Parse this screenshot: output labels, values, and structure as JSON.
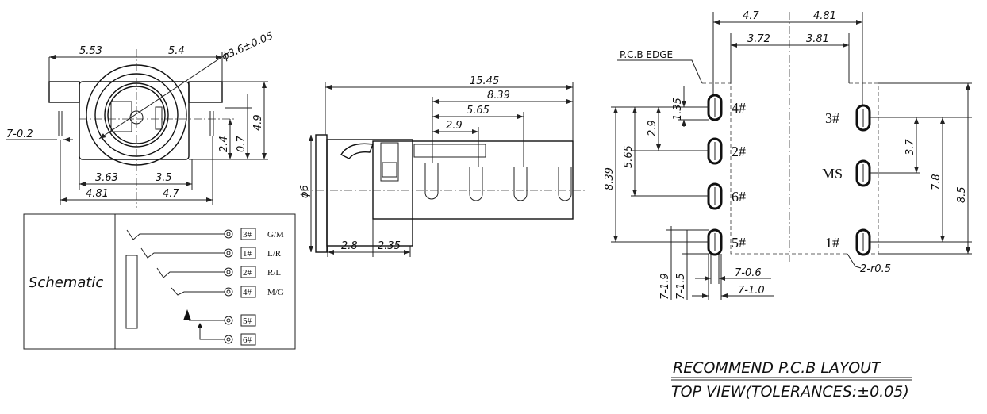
{
  "front_view": {
    "d_top_left": "5.53",
    "d_top_right": "5.4",
    "d_hole": "ϕ3.6±0.05",
    "d_pin": "7-0.2",
    "d_2_4": "2.4",
    "d_0_7": "0.7",
    "d_4_9": "4.9",
    "d_3_63": "3.63",
    "d_3_5": "3.5",
    "d_4_81": "4.81",
    "d_4_7": "4.7"
  },
  "schematic": {
    "title": "Schematic",
    "rows": [
      {
        "pin": "3#",
        "label": "G/M"
      },
      {
        "pin": "1#",
        "label": "L/R"
      },
      {
        "pin": "2#",
        "label": "R/L"
      },
      {
        "pin": "4#",
        "label": "M/G"
      },
      {
        "pin": "5#",
        "label": ""
      },
      {
        "pin": "6#",
        "label": ""
      }
    ]
  },
  "side_view": {
    "d_15_45": "15.45",
    "d_8_39": "8.39",
    "d_5_65": "5.65",
    "d_2_9": "2.9",
    "d_dia6": "ϕ6",
    "d_2_8": "2.8",
    "d_2_35": "2.35"
  },
  "pcb_layout": {
    "edge_label": "P.C.B EDGE",
    "top_4_7": "4.7",
    "top_4_81": "4.81",
    "top_3_72": "3.72",
    "top_3_81": "3.81",
    "left_pins": [
      "4#",
      "2#",
      "6#",
      "5#"
    ],
    "right_pins": [
      "3#",
      "MS",
      "1#"
    ],
    "d_8_39": "8.39",
    "d_5_65": "5.65",
    "d_2_9": "2.9",
    "d_1_35": "1.35",
    "d_3_7": "3.7",
    "d_7_8": "7.8",
    "d_8_5": "8.5",
    "d_7_1_9": "7-1.9",
    "d_7_1_5": "7-1.5",
    "d_7_0_6": "7-0.6",
    "d_7_1_0": "7-1.0",
    "d_r05": "2-r0.5",
    "title_line1": "RECOMMEND P.C.B LAYOUT",
    "title_line2": "TOP VIEW(TOLERANCES:±0.05)"
  }
}
